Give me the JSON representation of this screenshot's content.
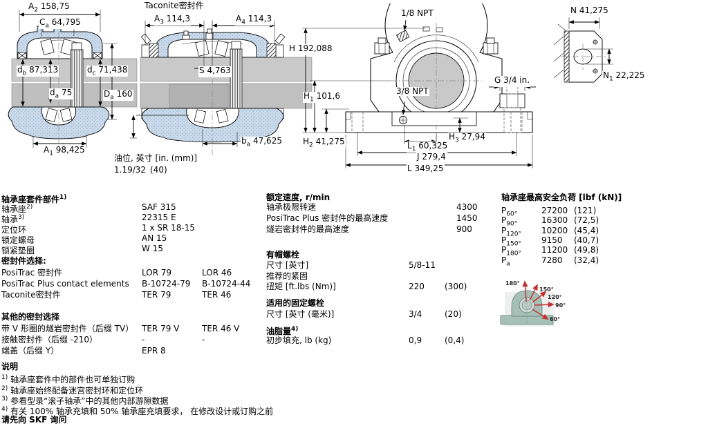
{
  "drawings": {
    "taconite_title": "Taconite密封件",
    "oil": {
      "label": "油位, 英寸 [in. (mm)]",
      "value": "1.19/32",
      "value2": "(40)"
    },
    "dims": {
      "a2": {
        "l": "A",
        "s": "2",
        "v": "158,75"
      },
      "ca": {
        "l": "C",
        "s": "a",
        "v": "64,795"
      },
      "db": {
        "l": "d",
        "s": "b",
        "v": "87,313"
      },
      "dc": {
        "l": "d",
        "s": "c",
        "v": "71,438"
      },
      "da": {
        "l": "d",
        "s": "a",
        "v": "75"
      },
      "Da": {
        "l": "D",
        "s": "a",
        "v": "160"
      },
      "a1": {
        "l": "A",
        "s": "1",
        "v": "98,425"
      },
      "a3": {
        "l": "A",
        "s": "3",
        "v": "114,3"
      },
      "a4": {
        "l": "A",
        "s": "4",
        "v": "114,3"
      },
      "s": {
        "l": "S",
        "s": "",
        "v": "4,763"
      },
      "ba": {
        "l": "b",
        "s": "a",
        "v": "47,625"
      },
      "h": {
        "l": "H",
        "s": "",
        "v": "192,088"
      },
      "h1": {
        "l": "H",
        "s": "1",
        "v": "101,6"
      },
      "h2": {
        "l": "H",
        "s": "2",
        "v": "41,275"
      },
      "h3": {
        "l": "H",
        "s": "3",
        "v": "27,94"
      },
      "l1": {
        "l": "L",
        "s": "1",
        "v": "60,325"
      },
      "j": {
        "l": "J",
        "s": "",
        "v": "279,4"
      },
      "L": {
        "l": "L",
        "s": "",
        "v": "349,25"
      },
      "g": {
        "l": "G",
        "s": "",
        "v": "3/4 in."
      },
      "n": {
        "l": "N",
        "s": "",
        "v": "41,275"
      },
      "n1": {
        "l": "N",
        "s": "1",
        "v": "22,225"
      },
      "npt18": "1/8 NPT",
      "npt38": "3/8 NPT"
    }
  },
  "parts": {
    "header": "轴承座套件部件",
    "header_sup": "1)",
    "rows": [
      {
        "label": "轴承座",
        "sup": "2)",
        "v1": "SAF 315",
        "v2": ""
      },
      {
        "label": "轴承",
        "sup": "3)",
        "v1": "22315 E",
        "v2": ""
      },
      {
        "label": "定位环",
        "sup": "",
        "v1": "1 x SR 18-15",
        "v2": ""
      },
      {
        "label": "锁定螺母",
        "sup": "",
        "v1": "AN 15",
        "v2": ""
      },
      {
        "label": "锁紧垫圈",
        "sup": "",
        "v1": "W 15",
        "v2": ""
      }
    ],
    "seal_header": "密封件选择:",
    "seal_rows": [
      {
        "label": "PosiTrac 密封件",
        "v1": "LOR 79",
        "v2": "LOR 46"
      },
      {
        "label": "PosiTrac Plus contact elements",
        "v1": "B-10724-79",
        "v2": "B-10724-44"
      },
      {
        "label": "Taconite密封件",
        "v1": "TER 79",
        "v2": "TER 46"
      }
    ],
    "other_header": "其他的密封选择",
    "other_rows": [
      {
        "label": "带 V 形圈的燧岩密封件（后缀 TV）",
        "v1": "TER 79 V",
        "v2": "TER 46 V"
      },
      {
        "label": "接触密封件（后缀 -210）",
        "v1": "-",
        "v2": "-"
      },
      {
        "label": "端盖（后缀 Y）",
        "v1": "EPR 8",
        "v2": ""
      }
    ]
  },
  "speeds": {
    "header": "额定速度, r/min",
    "rows": [
      {
        "label": "轴承极限转速",
        "v": "4300"
      },
      {
        "label": "PosiTrac Plus 密封件的最高速度",
        "v": "1450"
      },
      {
        "label": "燧岩密封件的最高速度",
        "v": "900"
      }
    ]
  },
  "cap_bolts": {
    "header": "有帽螺栓",
    "row1_label": "尺寸 [英寸]",
    "row1_v": "5/8-11",
    "row2_label": "推荐的紧固",
    "row3_label": "扭矩 [ft.lbs (Nm)]",
    "row3_v": "220",
    "row3_v2": "(300)"
  },
  "anchor_bolts": {
    "header": "适用的固定螺栓",
    "row_label": "尺寸 [英寸 (毫米)]",
    "v": "3/4",
    "v2": "(20)"
  },
  "grease": {
    "header": "油脂量",
    "header_sup": "4)",
    "row_label": "初步填充, lb (kg)",
    "v": "0,9",
    "v2": "(0,4)"
  },
  "loads": {
    "header": "轴承座最高安全负荷 [lbf (kN)]",
    "rows": [
      {
        "l": "P",
        "s": "60°",
        "v": "27200",
        "v2": "(121)"
      },
      {
        "l": "P",
        "s": "90°",
        "v": "16300",
        "v2": "(72,5)"
      },
      {
        "l": "P",
        "s": "120°",
        "v": "10200",
        "v2": "(45,4)"
      },
      {
        "l": "P",
        "s": "150°",
        "v": "9150",
        "v2": "(40,7)"
      },
      {
        "l": "P",
        "s": "180°",
        "v": "11200",
        "v2": "(49,8)"
      },
      {
        "l": "P",
        "s": "a",
        "v": "7280",
        "v2": "(32,4)"
      }
    ],
    "angles": [
      "180°",
      "150°",
      "120°",
      "90°",
      "60°"
    ]
  },
  "notes": {
    "header": "说明",
    "items": [
      {
        "sup": "1)",
        "text": "轴承座套件中的部件也可单独订购"
      },
      {
        "sup": "2)",
        "text": "轴承座始终配备迷宫密封环和定位环"
      },
      {
        "sup": "3)",
        "text": "参看型录“滚子轴承”中的其他内部游隙数据"
      },
      {
        "sup": "4)",
        "text": "有关 100% 轴承充填和 50% 轴承座充填要求， 在修改设计或订购之前"
      }
    ],
    "footer": "请先向 SKF 询问"
  },
  "colors": {
    "housing_fill": "#ccdbeb",
    "shaft_gray": "#c9c9c9",
    "diagram_green": "#a6c0b8",
    "arrow_red": "#c53030"
  }
}
